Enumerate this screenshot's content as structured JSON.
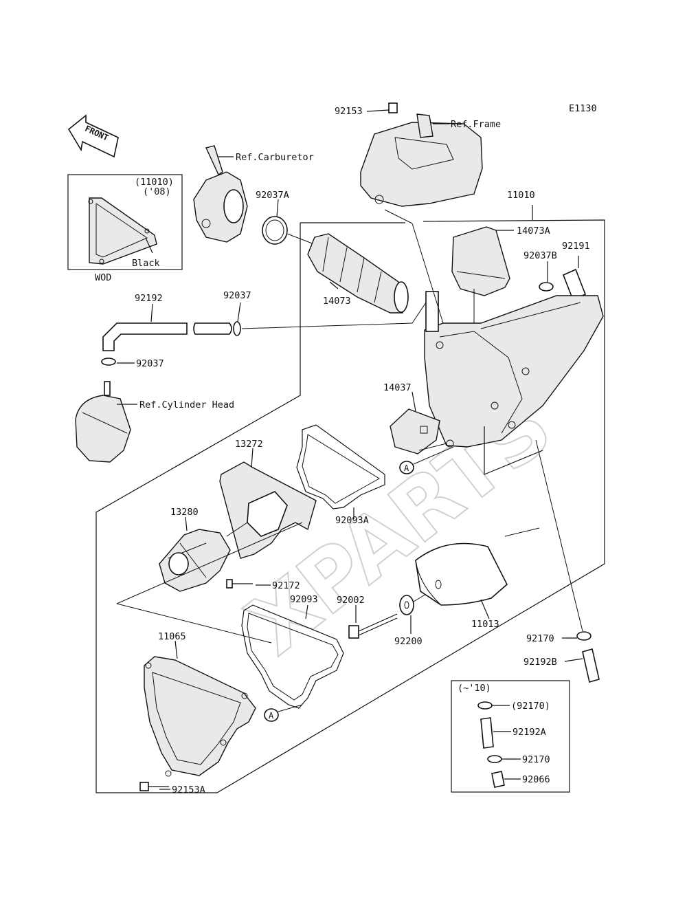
{
  "diagram_code": "E1130",
  "front_label": "FRONT",
  "watermark": "XPARTS",
  "callout_a": "A",
  "inset_top": {
    "line1": "(11010)",
    "line2": "('08)",
    "color_note": "Black",
    "caption": "WOD"
  },
  "inset_bottom": {
    "title": "(~'10)"
  },
  "refs": {
    "frame": "Ref.Frame",
    "carburetor": "Ref.Carburetor",
    "cylinder_head": "Ref.Cylinder Head"
  },
  "parts": {
    "p92153": "92153",
    "p92037A": "92037A",
    "p11010": "11010",
    "p14073A": "14073A",
    "p92191": "92191",
    "p92037B": "92037B",
    "p14073": "14073",
    "p92192": "92192",
    "p92037_top": "92037",
    "p92037_bot": "92037",
    "p14037": "14037",
    "p13272": "13272",
    "p13280": "13280",
    "p92093A": "92093A",
    "p92172": "92172",
    "p92093": "92093",
    "p92002": "92002",
    "p11013": "11013",
    "p92200": "92200",
    "p11065": "11065",
    "p92170": "92170",
    "p92192B": "92192B",
    "p92153A": "92153A",
    "p92170_paren": "(92170)",
    "p92192A": "92192A",
    "p92170_inset": "92170",
    "p92066": "92066"
  }
}
